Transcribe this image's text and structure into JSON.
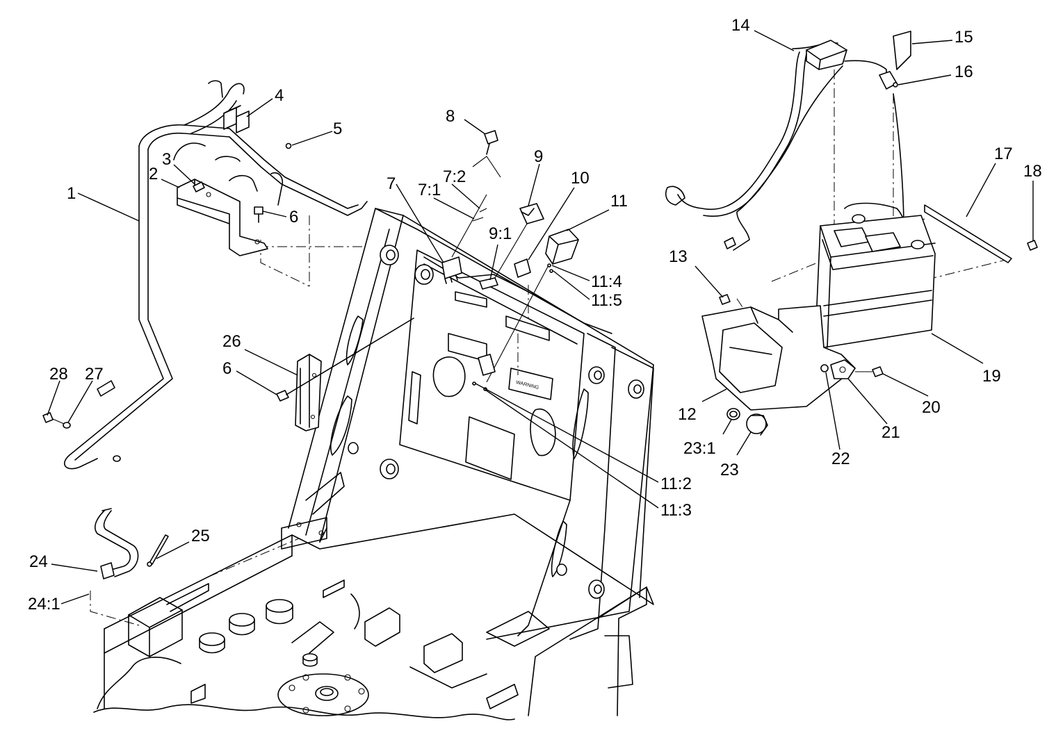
{
  "callouts": {
    "c1": "1",
    "c2": "2",
    "c3": "3",
    "c4": "4",
    "c5": "5",
    "c6a": "6",
    "c6b": "6",
    "c7": "7",
    "c7_1": "7:1",
    "c7_2": "7:2",
    "c8": "8",
    "c9": "9",
    "c9_1": "9:1",
    "c10": "10",
    "c11": "11",
    "c11_2": "11:2",
    "c11_3": "11:3",
    "c11_4": "11:4",
    "c11_5": "11:5",
    "c12": "12",
    "c13": "13",
    "c14": "14",
    "c15": "15",
    "c16": "16",
    "c17": "17",
    "c18": "18",
    "c19": "19",
    "c20": "20",
    "c21": "21",
    "c22": "22",
    "c23": "23",
    "c23_1": "23:1",
    "c24": "24",
    "c24_1": "24:1",
    "c25": "25",
    "c26": "26",
    "c27": "27",
    "c28": "28"
  },
  "decal": {
    "warning": "WARNING"
  }
}
